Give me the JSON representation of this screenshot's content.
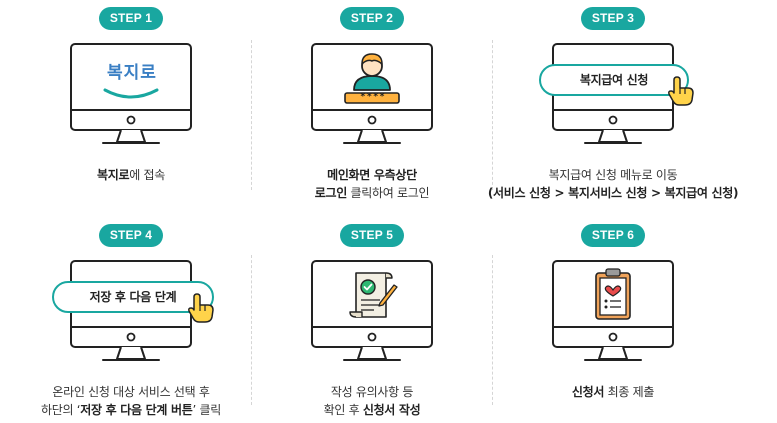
{
  "steps": [
    {
      "badge": "STEP 1",
      "icon": "welfare-logo-icon",
      "logo_text": "복지로",
      "caption_line1_bold": "복지로",
      "caption_line1_rest": "에 접속",
      "caption_line2": ""
    },
    {
      "badge": "STEP 2",
      "icon": "user-login-icon",
      "password_mask": "****",
      "caption_line1_bold": "메인화면 우측상단",
      "caption_line2_bold": "로그인",
      "caption_line2_rest": " 클릭하여 로그인"
    },
    {
      "badge": "STEP 3",
      "icon": "pointer-hand-icon",
      "pill_label": "복지급여 신청",
      "caption_line1": "복지급여 신청 메뉴로 이동",
      "caption_line2_bold": "(서비스 신청 > 복지서비스 신청 > 복지급여 신청)"
    },
    {
      "badge": "STEP 4",
      "icon": "pointer-hand-icon",
      "pill_label": "저장 후 다음 단계",
      "caption_line1": "온라인 신청 대상 서비스 선택 후",
      "caption_line2_pre": "하단의 ‘",
      "caption_line2_bold": "저장 후 다음 단계 버튼",
      "caption_line2_post": "’ 클릭"
    },
    {
      "badge": "STEP 5",
      "icon": "document-check-icon",
      "caption_line1": "작성 유의사항 등",
      "caption_line2_pre": "확인 후 ",
      "caption_line2_bold": "신청서 작성"
    },
    {
      "badge": "STEP 6",
      "icon": "clipboard-heart-icon",
      "caption_line1_bold": "신청서",
      "caption_line1_rest": " 최종 제출"
    }
  ],
  "colors": {
    "accent": "#19a7a0",
    "monitor_outline": "#222222",
    "logo_blue": "#3a7fc4",
    "hand_yellow": "#ffd34a",
    "heart_red": "#e94b4b",
    "clipboard_orange": "#f0a35a"
  }
}
